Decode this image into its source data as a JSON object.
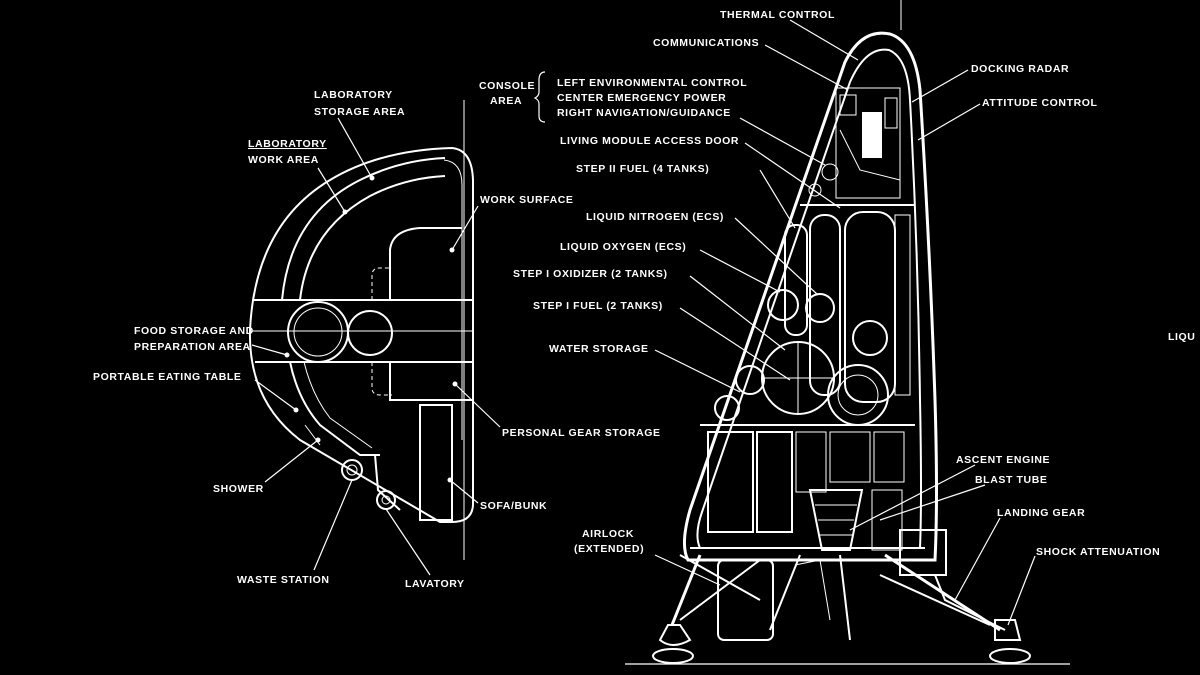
{
  "labels": {
    "thermal_control": "THERMAL CONTROL",
    "communications": "COMMUNICATIONS",
    "docking_radar": "DOCKING RADAR",
    "attitude_control": "ATTITUDE CONTROL",
    "console_area_1": "CONSOLE",
    "console_area_2": "AREA",
    "console_left": "LEFT ENVIRONMENTAL CONTROL",
    "console_center": "CENTER EMERGENCY POWER",
    "console_right": "RIGHT NAVIGATION/GUIDANCE",
    "living_module_access_door": "LIVING MODULE ACCESS DOOR",
    "step2_fuel": "STEP II FUEL (4 TANKS)",
    "liquid_nitrogen": "LIQUID NITROGEN (ECS)",
    "liquid_oxygen": "LIQUID OXYGEN (ECS)",
    "step1_oxidizer": "STEP I OXIDIZER (2 TANKS)",
    "step1_fuel": "STEP I FUEL (2 TANKS)",
    "water_storage": "WATER STORAGE",
    "personal_gear_storage": "PERSONAL GEAR STORAGE",
    "work_surface": "WORK SURFACE",
    "lab_storage_1": "LABORATORY",
    "lab_storage_2": "STORAGE AREA",
    "lab_work_1": "LABORATORY",
    "lab_work_2": "WORK AREA",
    "food_storage_1": "FOOD STORAGE AND",
    "food_storage_2": "PREPARATION AREA",
    "portable_eating_table": "PORTABLE EATING TABLE",
    "shower": "SHOWER",
    "waste_station": "WASTE STATION",
    "lavatory": "LAVATORY",
    "sofa_bunk": "SOFA/BUNK",
    "airlock_1": "AIRLOCK",
    "airlock_2": "(EXTENDED)",
    "ascent_engine": "ASCENT ENGINE",
    "blast_tube": "BLAST TUBE",
    "landing_gear": "LANDING GEAR",
    "shock_attenuation": "SHOCK ATTENUATION",
    "liqu_cut": "LIQU"
  },
  "colors": {
    "background": "#000000",
    "lines": "#ffffff"
  }
}
